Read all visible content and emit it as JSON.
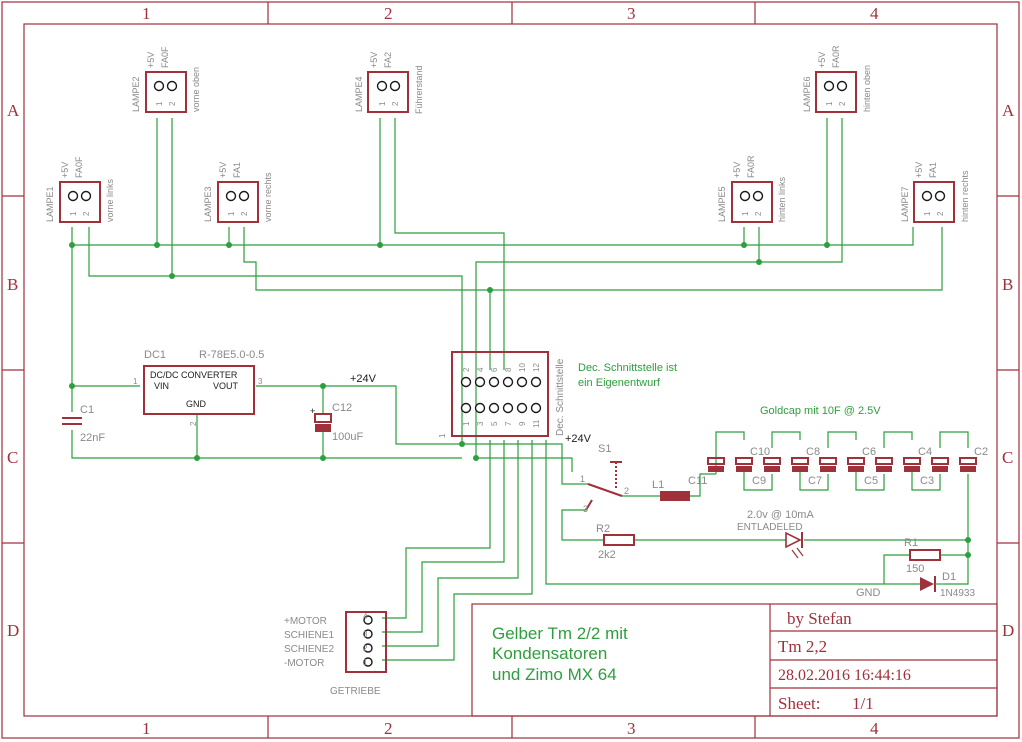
{
  "frame": {
    "columns": [
      "1",
      "2",
      "3",
      "4"
    ],
    "rows": [
      "A",
      "B",
      "C",
      "D"
    ]
  },
  "connectors": [
    {
      "name": "LAMPE2",
      "pins": [
        "+5V",
        "FA0F"
      ],
      "desc": "vorne oben",
      "pin_nums": [
        "1",
        "2"
      ]
    },
    {
      "name": "LAMPE4",
      "pins": [
        "+5V",
        "FA2"
      ],
      "desc": "Führerstand",
      "pin_nums": [
        "1",
        "2"
      ]
    },
    {
      "name": "LAMPE6",
      "pins": [
        "+5V",
        "FA0R"
      ],
      "desc": "hinten oben",
      "pin_nums": [
        "1",
        "2"
      ]
    },
    {
      "name": "LAMPE1",
      "pins": [
        "+5V",
        "FA0F"
      ],
      "desc": "vorne links",
      "pin_nums": [
        "1",
        "2"
      ]
    },
    {
      "name": "LAMPE3",
      "pins": [
        "+5V",
        "FA1"
      ],
      "desc": "vorne rechts",
      "pin_nums": [
        "1",
        "2"
      ]
    },
    {
      "name": "LAMPE5",
      "pins": [
        "+5V",
        "FA0R"
      ],
      "desc": "hinten links",
      "pin_nums": [
        "1",
        "2"
      ]
    },
    {
      "name": "LAMPE7",
      "pins": [
        "+5V",
        "FA1"
      ],
      "desc": "hinten rechts",
      "pin_nums": [
        "1",
        "2"
      ]
    }
  ],
  "dc": {
    "ref": "DC1",
    "value": "R-78E5.0-0.5",
    "title": "DC/DC CONVERTER",
    "vin": "VIN",
    "vout": "VOUT",
    "gnd": "GND",
    "pin1": "1",
    "pin2": "2",
    "pin3": "3"
  },
  "caps": {
    "c1": "C1",
    "c1v": "22nF",
    "c12": "C12",
    "c12v": "100uF",
    "bank": [
      "C11",
      "C10",
      "C9",
      "C8",
      "C7",
      "C6",
      "C5",
      "C4",
      "C3",
      "C2"
    ]
  },
  "net": {
    "v24a": "+24V",
    "v24b": "+24V",
    "gnd": "GND"
  },
  "dec": {
    "label": "Dec. Schnittstelle",
    "top_nums": [
      "2",
      "4",
      "6",
      "8",
      "10",
      "12"
    ],
    "bot_nums": [
      "3",
      "5",
      "7",
      "9",
      "11"
    ],
    "pin1": "1"
  },
  "notes": {
    "dec_note1": "Dec. Schnittstelle ist",
    "dec_note2": "ein Eigenentwurf",
    "goldcap": "Goldcap mit 10F @ 2.5V",
    "led1": "2.0v @ 10mA",
    "led2": "ENTLADELED"
  },
  "switch": {
    "ref": "S1",
    "p1": "1",
    "p2": "2",
    "p3": "3"
  },
  "parts": {
    "l1": "L1",
    "r2": "R2",
    "r2v": "2k2",
    "r1": "R1",
    "r1v": "150",
    "d1": "D1",
    "d1v": "1N4933"
  },
  "getriebe": {
    "name": "GETRIEBE",
    "labels": [
      "+MOTOR",
      "SCHIENE1",
      "SCHIENE2",
      "-MOTOR"
    ],
    "nums": [
      "4",
      "3",
      "2",
      "1"
    ]
  },
  "title_block": {
    "title_l1": "Gelber Tm 2/2 mit",
    "title_l2": "Kondensatoren",
    "title_l3": "und Zimo MX 64",
    "author": "by Stefan",
    "name": "Tm 2,2",
    "date": "28.02.2016 16:44:16",
    "sheet_label": "Sheet:",
    "sheet": "1/1"
  },
  "colors": {
    "frame": "#a0303a",
    "wire": "#2e9e3e",
    "text": "#8a8a8a"
  }
}
